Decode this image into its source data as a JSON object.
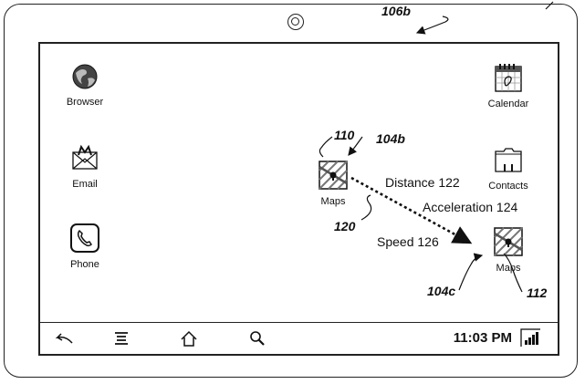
{
  "refs": {
    "device": "106b",
    "icon_from": "110",
    "location_from": "104b",
    "gesture": "120",
    "location_to": "104c",
    "icon_to": "112"
  },
  "apps": {
    "browser": "Browser",
    "email": "Email",
    "phone": "Phone",
    "calendar": "Calendar",
    "contacts": "Contacts",
    "maps_from": "Maps",
    "maps_to": "Maps"
  },
  "annotations": {
    "distance": "Distance 122",
    "acceleration": "Acceleration 124",
    "speed": "Speed 126"
  },
  "status": {
    "time": "11:03 PM"
  },
  "icons": [
    "back-icon",
    "menu-icon",
    "home-icon",
    "search-icon",
    "signal-icon"
  ]
}
